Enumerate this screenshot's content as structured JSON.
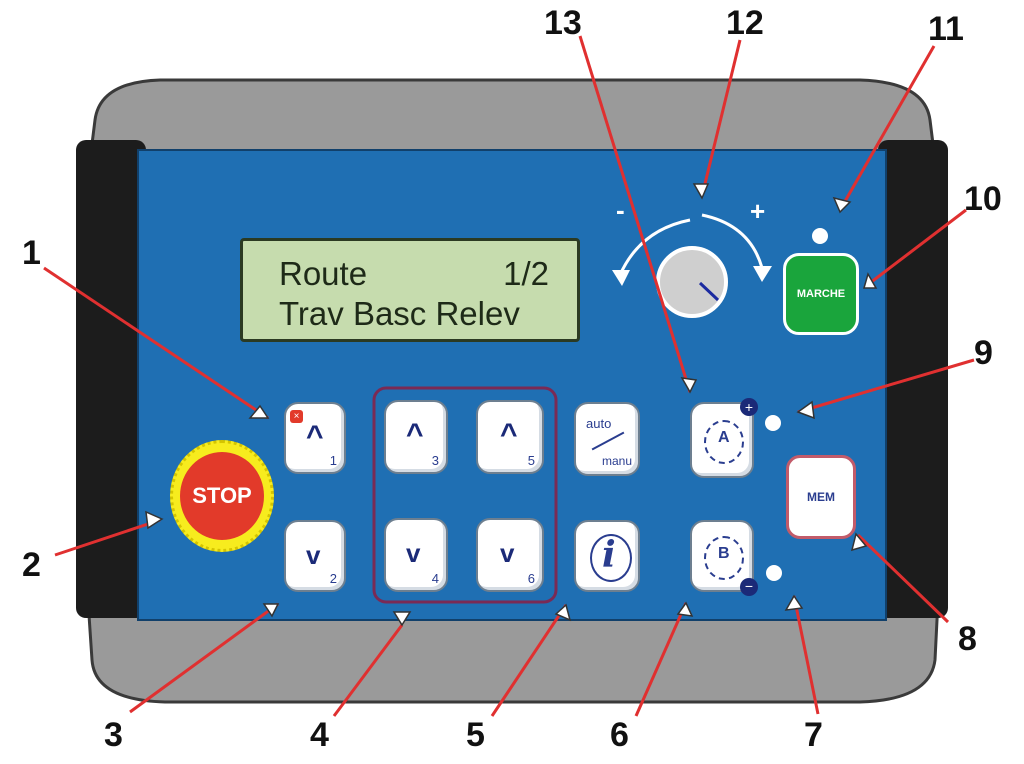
{
  "display": {
    "line1_left": "Route",
    "line1_right": "1/2",
    "line2": "Trav Basc Relev"
  },
  "buttons": {
    "stop": "STOP",
    "marche": "MARCHE",
    "mem": "MEM",
    "auto": "auto",
    "manu": "manu",
    "keys": [
      {
        "sub": "1"
      },
      {
        "sub": "2"
      },
      {
        "sub": "3"
      },
      {
        "sub": "4"
      },
      {
        "sub": "5"
      },
      {
        "sub": "6"
      }
    ],
    "mem_a": "A",
    "mem_b": "B"
  },
  "dial": {
    "minus": "-",
    "plus": "+"
  },
  "callouts": [
    "1",
    "2",
    "3",
    "4",
    "5",
    "6",
    "7",
    "8",
    "9",
    "10",
    "11",
    "12",
    "13"
  ],
  "colors": {
    "panel": "#1f6fb3",
    "bezel": "#8c8c8c",
    "lcd": "#c6dcae",
    "stop": "#e23a2a",
    "stop_ring": "#f7ec1e",
    "marche": "#1aa53c",
    "callout_line": "#e03030"
  }
}
